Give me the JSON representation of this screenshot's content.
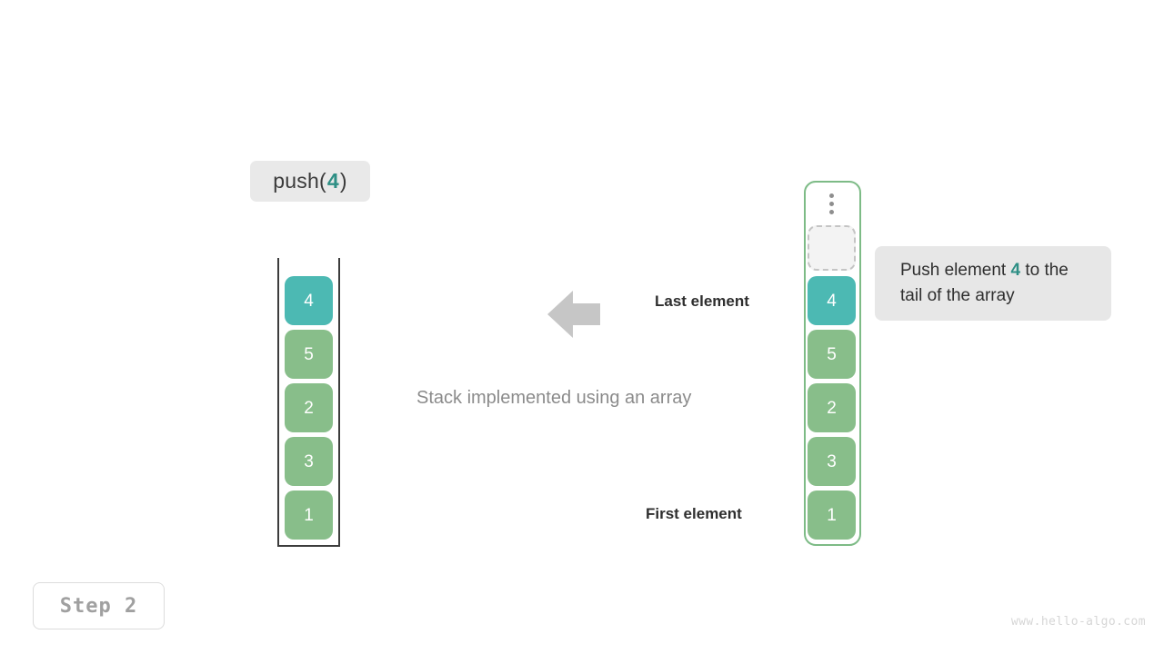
{
  "colors": {
    "teal": "#4cb9b3",
    "green": "#88be8a",
    "accent_text": "#2e8f85",
    "frame_gray": "#3c3c3c",
    "frame_green": "#7dbb86",
    "pill_bg": "#e9e9e9",
    "tooltip_bg": "#e7e7e7",
    "caption_gray": "#8b8b8b",
    "step_gray": "#a0a0a0",
    "watermark_gray": "#d6d6d6",
    "arrow_gray": "#c6c6c6"
  },
  "operation": {
    "prefix": "push(",
    "value": "4",
    "suffix": ")"
  },
  "stack": {
    "caption": "Stack implemented using an array",
    "cells": [
      {
        "value": "4",
        "style": "teal"
      },
      {
        "value": "5",
        "style": "green"
      },
      {
        "value": "2",
        "style": "green"
      },
      {
        "value": "3",
        "style": "green"
      },
      {
        "value": "1",
        "style": "green"
      }
    ]
  },
  "array": {
    "overflow_icon": "vertical-ellipsis-icon",
    "empty_slot_label": "",
    "cells": [
      {
        "value": "4",
        "style": "teal"
      },
      {
        "value": "5",
        "style": "green"
      },
      {
        "value": "2",
        "style": "green"
      },
      {
        "value": "3",
        "style": "green"
      },
      {
        "value": "1",
        "style": "green"
      }
    ]
  },
  "annotations": {
    "last_element": "Last element",
    "first_element": "First element",
    "arrow_icon": "arrow-left-icon"
  },
  "tooltip": {
    "lead": "Push element ",
    "value": "4",
    "trail": " to the tail of the array"
  },
  "step": {
    "label": "Step 2"
  },
  "watermark": {
    "text": "www.hello-algo.com"
  }
}
